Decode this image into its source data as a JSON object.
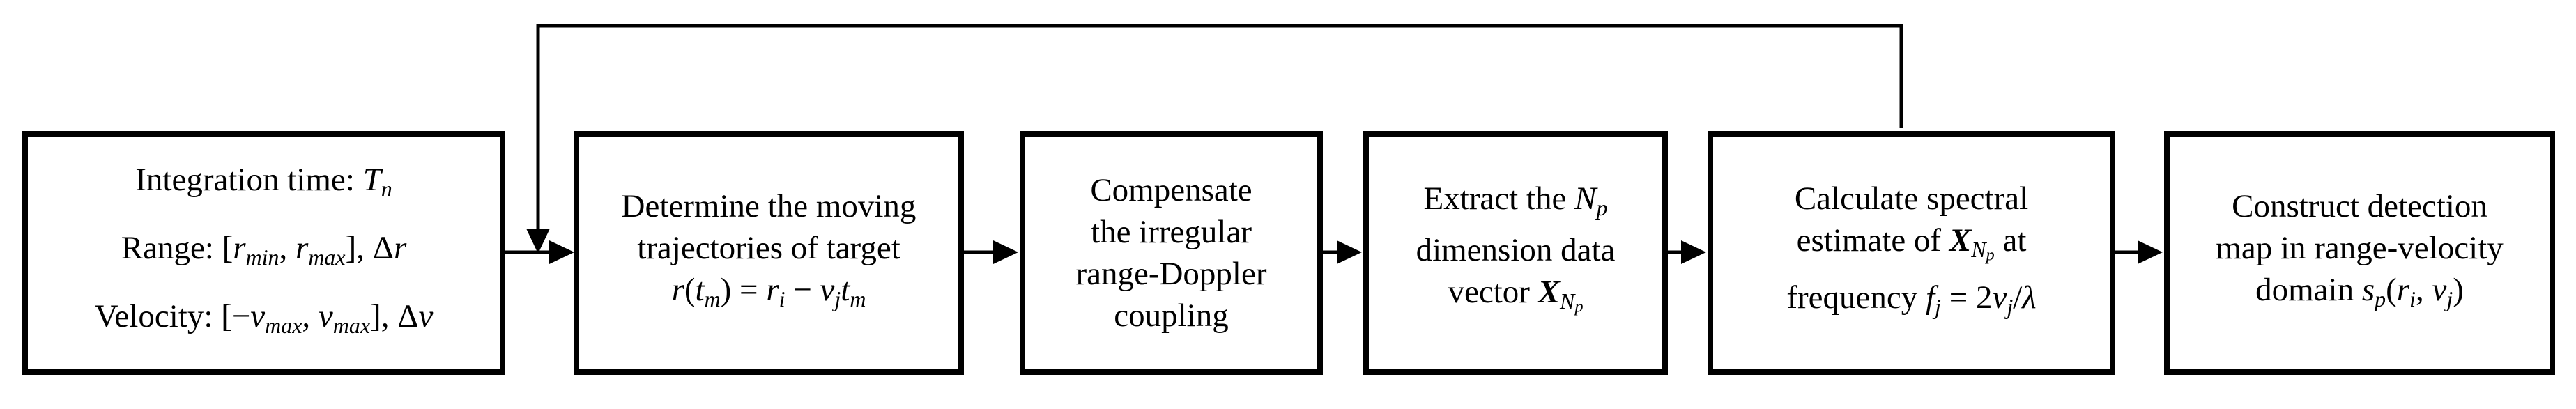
{
  "diagram": {
    "background": "#ffffff",
    "line_color": "#000000",
    "boxes": [
      {
        "id": "parameters",
        "lines": [
          [
            {
              "t": "Integration time: "
            },
            {
              "t": "T",
              "i": true
            },
            {
              "t": "n",
              "i": true,
              "s": 1
            }
          ],
          [
            {
              "t": "Range: ["
            },
            {
              "t": "r",
              "i": true
            },
            {
              "t": "min",
              "i": true,
              "s": 1
            },
            {
              "t": ", "
            },
            {
              "t": "r",
              "i": true
            },
            {
              "t": "max",
              "i": true,
              "s": 1
            },
            {
              "t": "], Δ"
            },
            {
              "t": "r",
              "i": true
            }
          ],
          [
            {
              "t": "Velocity: [−"
            },
            {
              "t": "v",
              "i": true
            },
            {
              "t": "max",
              "i": true,
              "s": 1
            },
            {
              "t": ", "
            },
            {
              "t": "v",
              "i": true
            },
            {
              "t": "max",
              "i": true,
              "s": 1
            },
            {
              "t": "], Δ"
            },
            {
              "t": "v",
              "i": true
            }
          ]
        ]
      },
      {
        "id": "trajectories",
        "lines": [
          [
            {
              "t": "Determine the moving"
            }
          ],
          [
            {
              "t": "trajectories of target"
            }
          ],
          [
            {
              "t": "r",
              "i": true
            },
            {
              "t": "("
            },
            {
              "t": "t",
              "i": true
            },
            {
              "t": "m",
              "i": true,
              "s": 1
            },
            {
              "t": ") = "
            },
            {
              "t": "r",
              "i": true
            },
            {
              "t": "i",
              "i": true,
              "s": 1
            },
            {
              "t": " − "
            },
            {
              "t": "v",
              "i": true
            },
            {
              "t": "j",
              "i": true,
              "s": 1
            },
            {
              "t": "t",
              "i": true
            },
            {
              "t": "m",
              "i": true,
              "s": 1
            }
          ]
        ]
      },
      {
        "id": "coupling",
        "lines": [
          [
            {
              "t": "Compensate"
            }
          ],
          [
            {
              "t": "the irregular"
            }
          ],
          [
            {
              "t": "range-Doppler"
            }
          ],
          [
            {
              "t": "coupling"
            }
          ]
        ]
      },
      {
        "id": "vector",
        "lines": [
          [
            {
              "t": "Extract the "
            },
            {
              "t": "N",
              "i": true
            },
            {
              "t": "p",
              "i": true,
              "s": 1
            }
          ],
          [
            {
              "t": "dimension data"
            }
          ],
          [
            {
              "t": "vector "
            },
            {
              "t": "X",
              "i": true,
              "b": true
            },
            {
              "t": "N",
              "i": true,
              "s": 1
            },
            {
              "t": "p",
              "i": true,
              "s": 2
            }
          ]
        ]
      },
      {
        "id": "spectral",
        "lines": [
          [
            {
              "t": "Calculate spectral"
            }
          ],
          [
            {
              "t": "estimate of "
            },
            {
              "t": "X",
              "i": true,
              "b": true
            },
            {
              "t": "N",
              "i": true,
              "s": 1
            },
            {
              "t": "p",
              "i": true,
              "s": 2
            },
            {
              "t": " at"
            }
          ],
          [
            {
              "t": "frequency "
            },
            {
              "t": "f",
              "i": true
            },
            {
              "t": "j",
              "i": true,
              "s": 1
            },
            {
              "t": " = 2"
            },
            {
              "t": "v",
              "i": true
            },
            {
              "t": "j",
              "i": true,
              "s": 1
            },
            {
              "t": "/"
            },
            {
              "t": "λ",
              "i": true
            }
          ]
        ]
      },
      {
        "id": "map",
        "lines": [
          [
            {
              "t": "Construct detection"
            }
          ],
          [
            {
              "t": "map in range-velocity"
            }
          ],
          [
            {
              "t": "domain "
            },
            {
              "t": "s",
              "i": true
            },
            {
              "t": "p",
              "i": true,
              "s": 1
            },
            {
              "t": "("
            },
            {
              "t": "r",
              "i": true
            },
            {
              "t": "i",
              "i": true,
              "s": 1
            },
            {
              "t": ", "
            },
            {
              "t": "v",
              "i": true
            },
            {
              "t": "j",
              "i": true,
              "s": 1
            },
            {
              "t": ")"
            }
          ]
        ]
      }
    ],
    "edges": [
      {
        "from": "parameters",
        "to": "trajectories",
        "type": "arrow"
      },
      {
        "from": "trajectories",
        "to": "coupling",
        "type": "arrow"
      },
      {
        "from": "coupling",
        "to": "vector",
        "type": "arrow"
      },
      {
        "from": "vector",
        "to": "spectral",
        "type": "arrow"
      },
      {
        "from": "spectral",
        "to": "map",
        "type": "arrow"
      },
      {
        "from": "spectral",
        "to": "trajectories",
        "type": "feedback-arrow"
      }
    ]
  }
}
